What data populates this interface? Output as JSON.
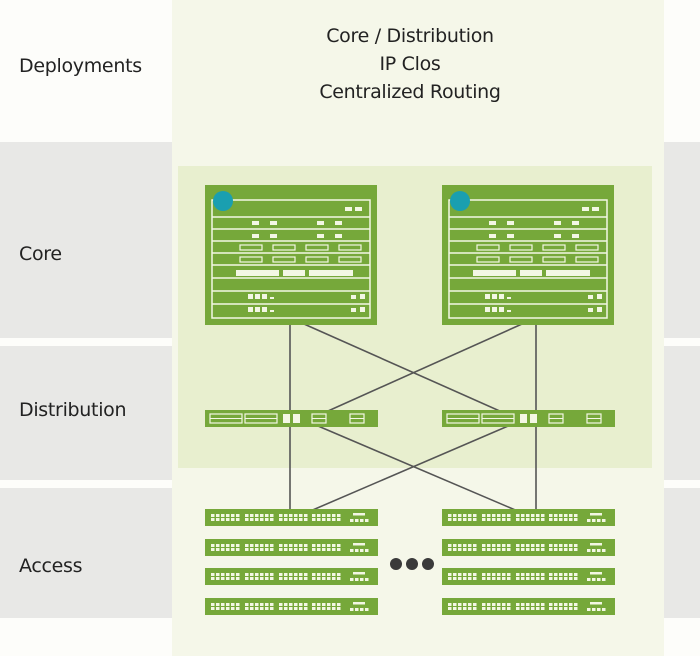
{
  "header": {
    "deployments_label": "Deployments",
    "title_lines": [
      "Core / Distribution",
      "IP Clos",
      "Centralized Routing"
    ]
  },
  "layers": [
    {
      "label": "Core"
    },
    {
      "label": "Distribution"
    },
    {
      "label": "Access"
    }
  ],
  "colors": {
    "device_green": "#76a83a",
    "indicator_teal": "#1a9fb0",
    "link_gray": "#555555",
    "band_gray": "#e8e8e6",
    "zone_green": "#e8efcf",
    "column_bg": "#f5f7e9"
  },
  "devices": {
    "core": [
      "core-1",
      "core-2"
    ],
    "distribution": [
      "dist-1",
      "dist-2"
    ],
    "access_left_count": 4,
    "access_right_count": 4
  },
  "links": [
    [
      "core-1",
      "dist-1"
    ],
    [
      "core-1",
      "dist-2"
    ],
    [
      "core-2",
      "dist-1"
    ],
    [
      "core-2",
      "dist-2"
    ],
    [
      "dist-1",
      "access-left"
    ],
    [
      "dist-1",
      "access-right"
    ],
    [
      "dist-2",
      "access-left"
    ],
    [
      "dist-2",
      "access-right"
    ]
  ],
  "more_indicator": "ellipsis"
}
